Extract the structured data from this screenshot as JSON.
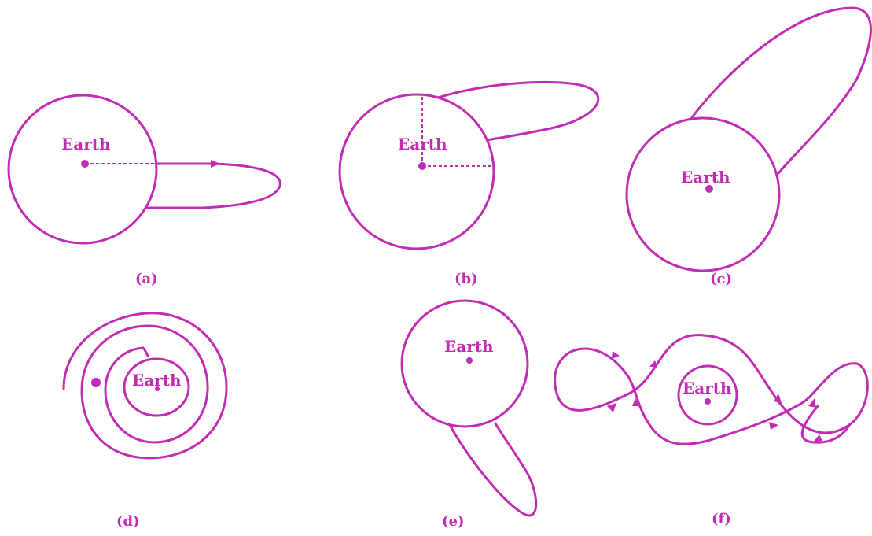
{
  "colors": {
    "line": "#c22bb4",
    "background": "#ffffff"
  },
  "panels": [
    {
      "id": "a",
      "caption": "(a)",
      "label": "Earth"
    },
    {
      "id": "b",
      "caption": "(b)",
      "label": "Earth"
    },
    {
      "id": "c",
      "caption": "(c)",
      "label": "Earth"
    },
    {
      "id": "d",
      "caption": "(d)",
      "label": "Earth"
    },
    {
      "id": "e",
      "caption": "(e)",
      "label": "Earth"
    },
    {
      "id": "f",
      "caption": "(f)",
      "label": "Earth"
    }
  ]
}
